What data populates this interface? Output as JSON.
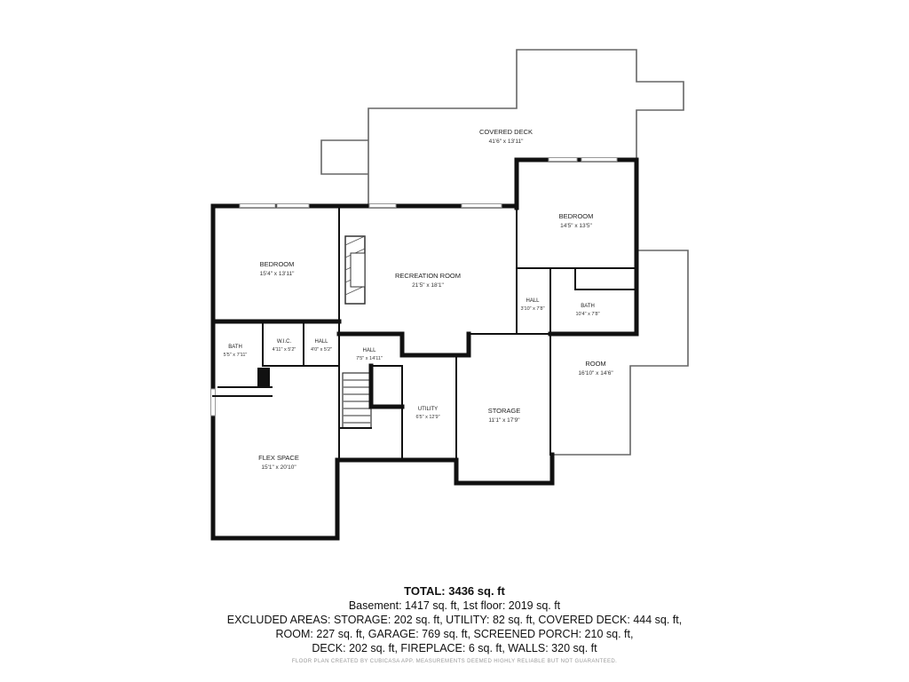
{
  "rooms": {
    "covered_deck": {
      "name": "COVERED DECK",
      "dim": "41'6\" x 13'11\""
    },
    "bedroom_top": {
      "name": "BEDROOM",
      "dim": "14'5\" x 13'5\""
    },
    "bedroom_left": {
      "name": "BEDROOM",
      "dim": "15'4\" x 13'11\""
    },
    "recreation_room": {
      "name": "RECREATION ROOM",
      "dim": "21'5\" x 18'1\""
    },
    "hall_right": {
      "name": "HALL",
      "dim": "3'10\" x 7'8\""
    },
    "bath_right": {
      "name": "BATH",
      "dim": "10'4\" x 7'8\""
    },
    "bath_left": {
      "name": "BATH",
      "dim": "5'5\" x 7'11\""
    },
    "wic": {
      "name": "W.I.C.",
      "dim": "4'11\" x 5'2\""
    },
    "hall_small": {
      "name": "HALL",
      "dim": "4'0\" x 5'2\""
    },
    "hall_center": {
      "name": "HALL",
      "dim": "7'5\" x 14'11\""
    },
    "room": {
      "name": "ROOM",
      "dim": "16'10\" x 14'6\""
    },
    "utility": {
      "name": "UTILITY",
      "dim": "6'5\" x 12'9\""
    },
    "storage": {
      "name": "STORAGE",
      "dim": "11'1\" x 17'9\""
    },
    "flex_space": {
      "name": "FLEX SPACE",
      "dim": "15'1\" x 20'10\""
    }
  },
  "summary": {
    "total": "TOTAL: 3436 sq. ft",
    "line1": "Basement: 1417 sq. ft, 1st floor: 2019 sq. ft",
    "line2": "EXCLUDED AREAS: STORAGE: 202 sq. ft, UTILITY: 82 sq. ft, COVERED DECK: 444 sq. ft,",
    "line3": "ROOM: 227 sq. ft, GARAGE: 769 sq. ft, SCREENED PORCH: 210 sq. ft,",
    "line4": "DECK: 202 sq. ft, FIREPLACE: 6 sq. ft, WALLS: 320 sq. ft",
    "disclaimer": "FLOOR PLAN CREATED BY CUBICASA APP. MEASUREMENTS DEEMED HIGHLY RELIABLE BUT NOT GUARANTEED."
  }
}
